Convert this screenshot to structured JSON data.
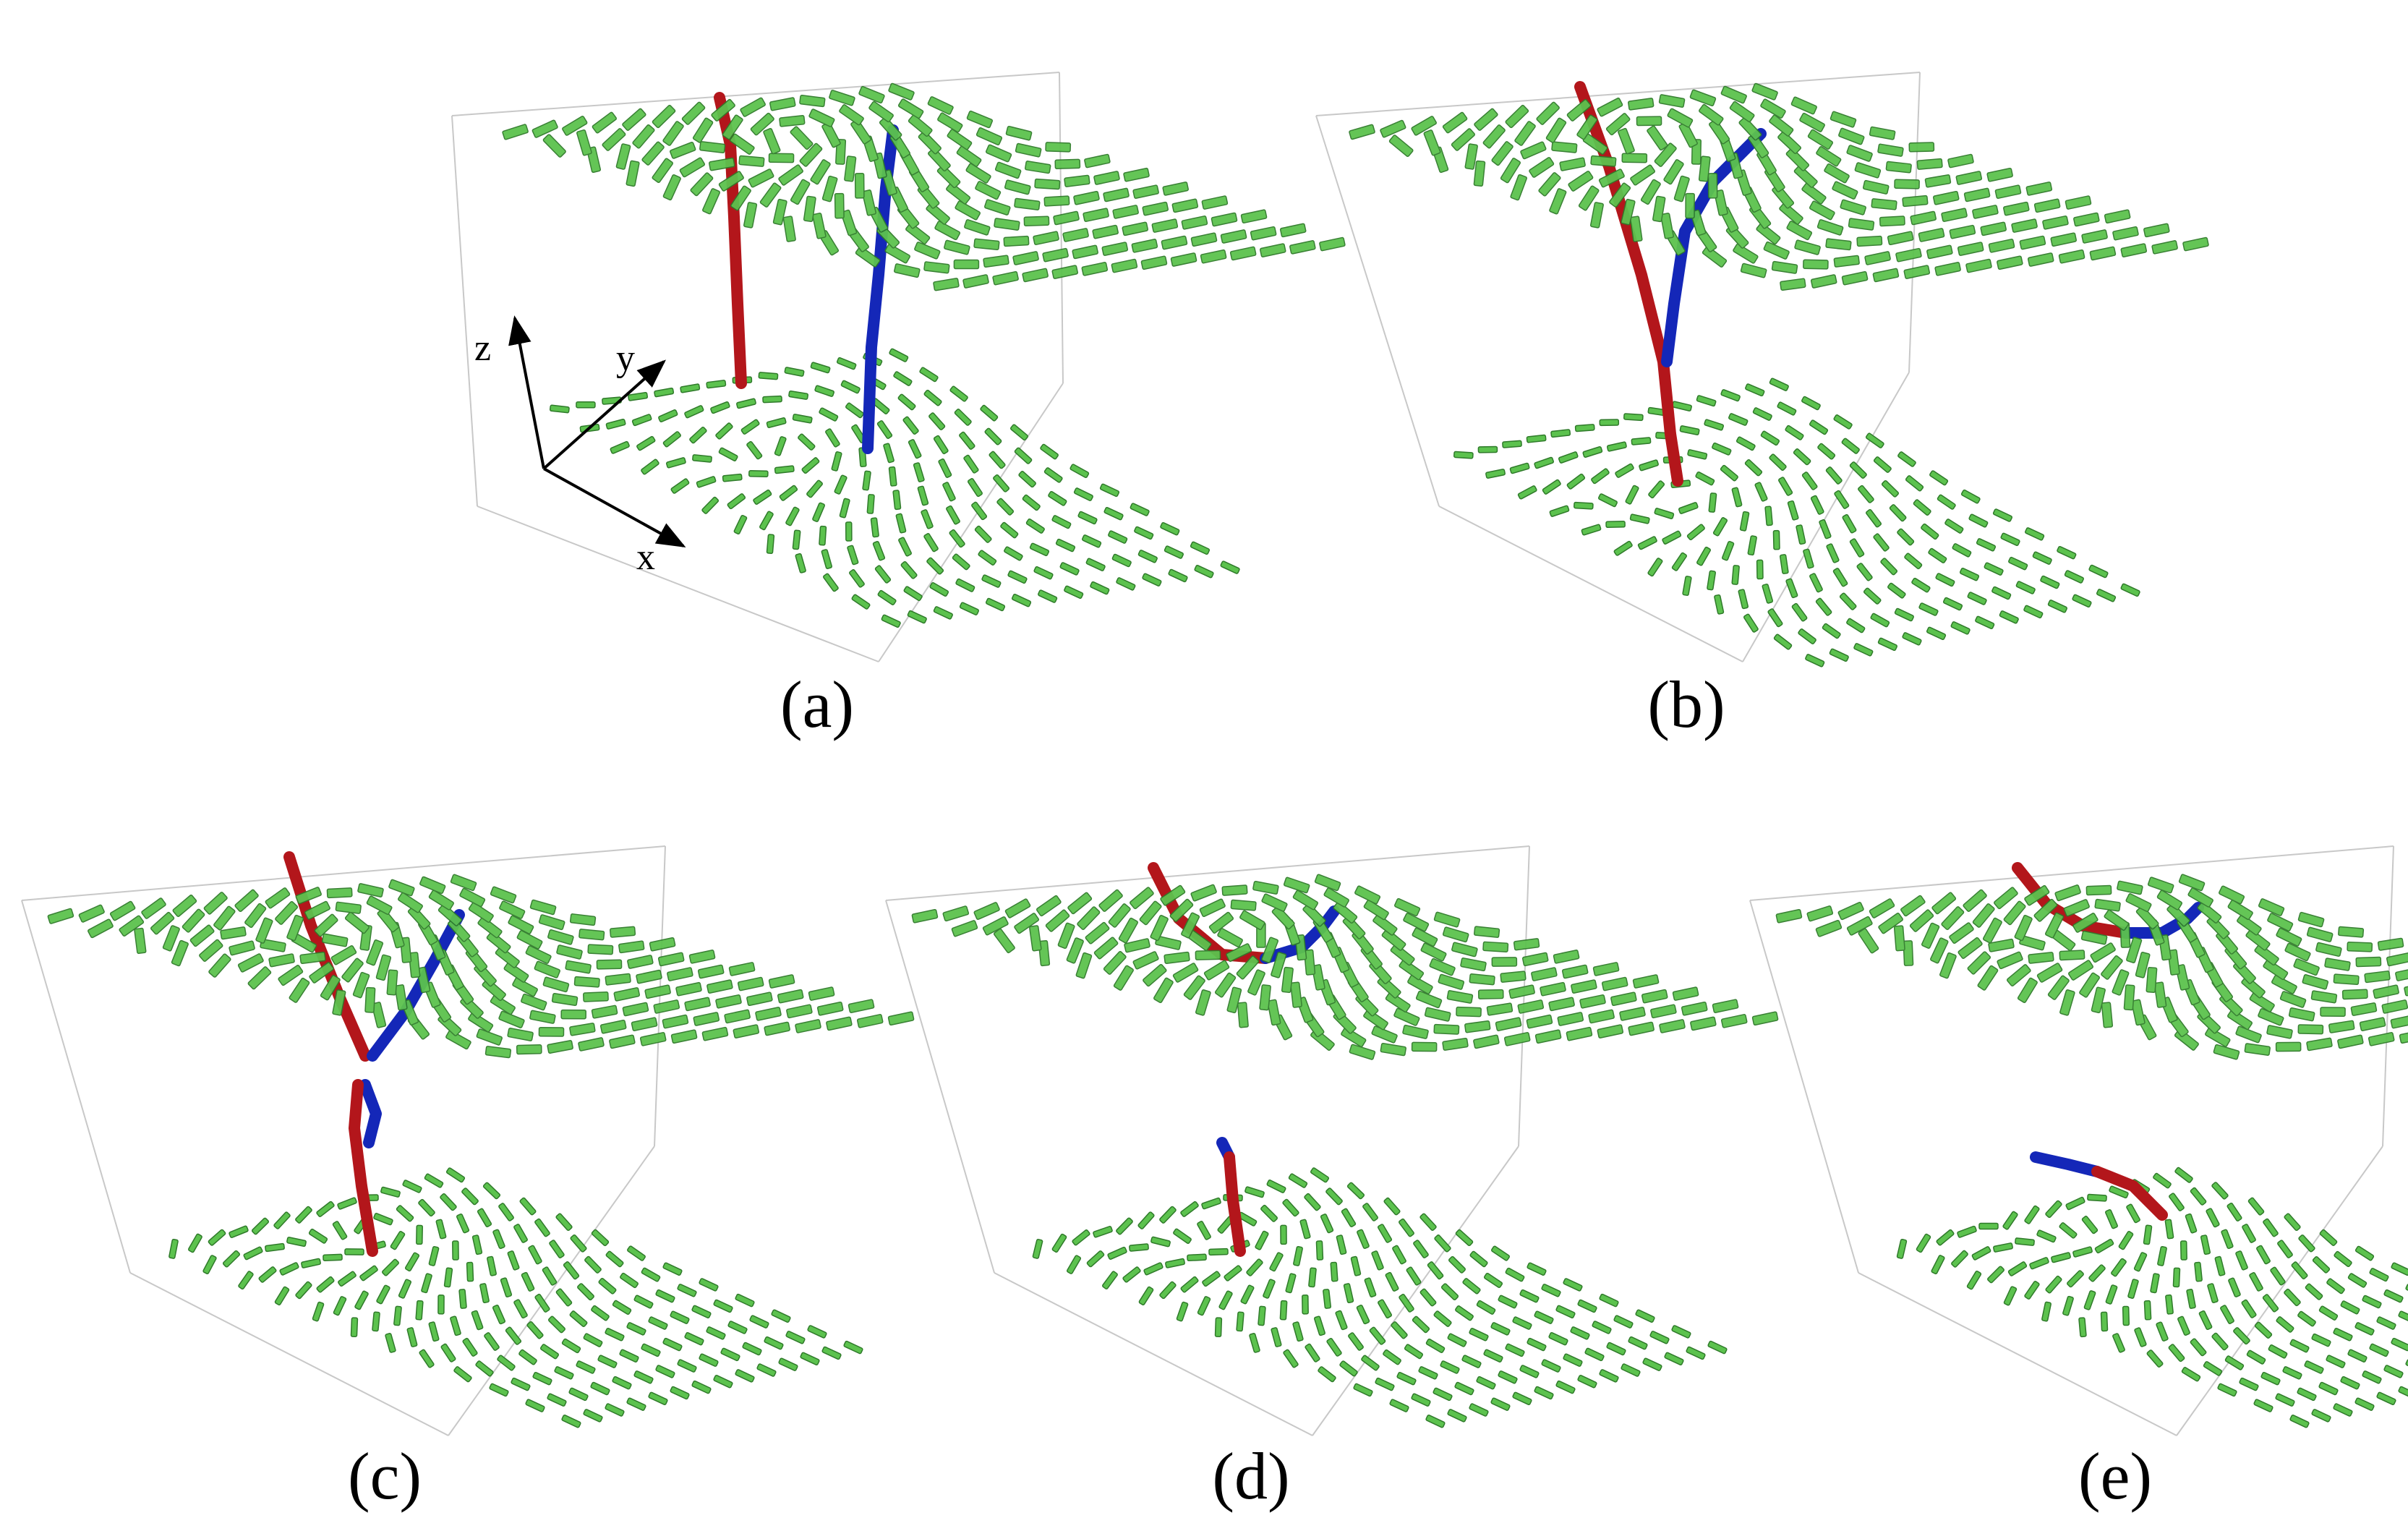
{
  "figure": {
    "panels": [
      {
        "id": "a",
        "caption": "(a)"
      },
      {
        "id": "b",
        "caption": "(b)"
      },
      {
        "id": "c",
        "caption": "(c)"
      },
      {
        "id": "d",
        "caption": "(d)"
      },
      {
        "id": "e",
        "caption": "(e)"
      }
    ],
    "axes": {
      "x": "x",
      "y": "y",
      "z": "z"
    },
    "colors": {
      "rod_fill": "#5cc24e",
      "rod_stroke": "#2f7a2a",
      "defect_red": "#b3161b",
      "defect_blue": "#1427b8",
      "box_edge": "#c8c8c8",
      "axis": "#000000"
    }
  }
}
